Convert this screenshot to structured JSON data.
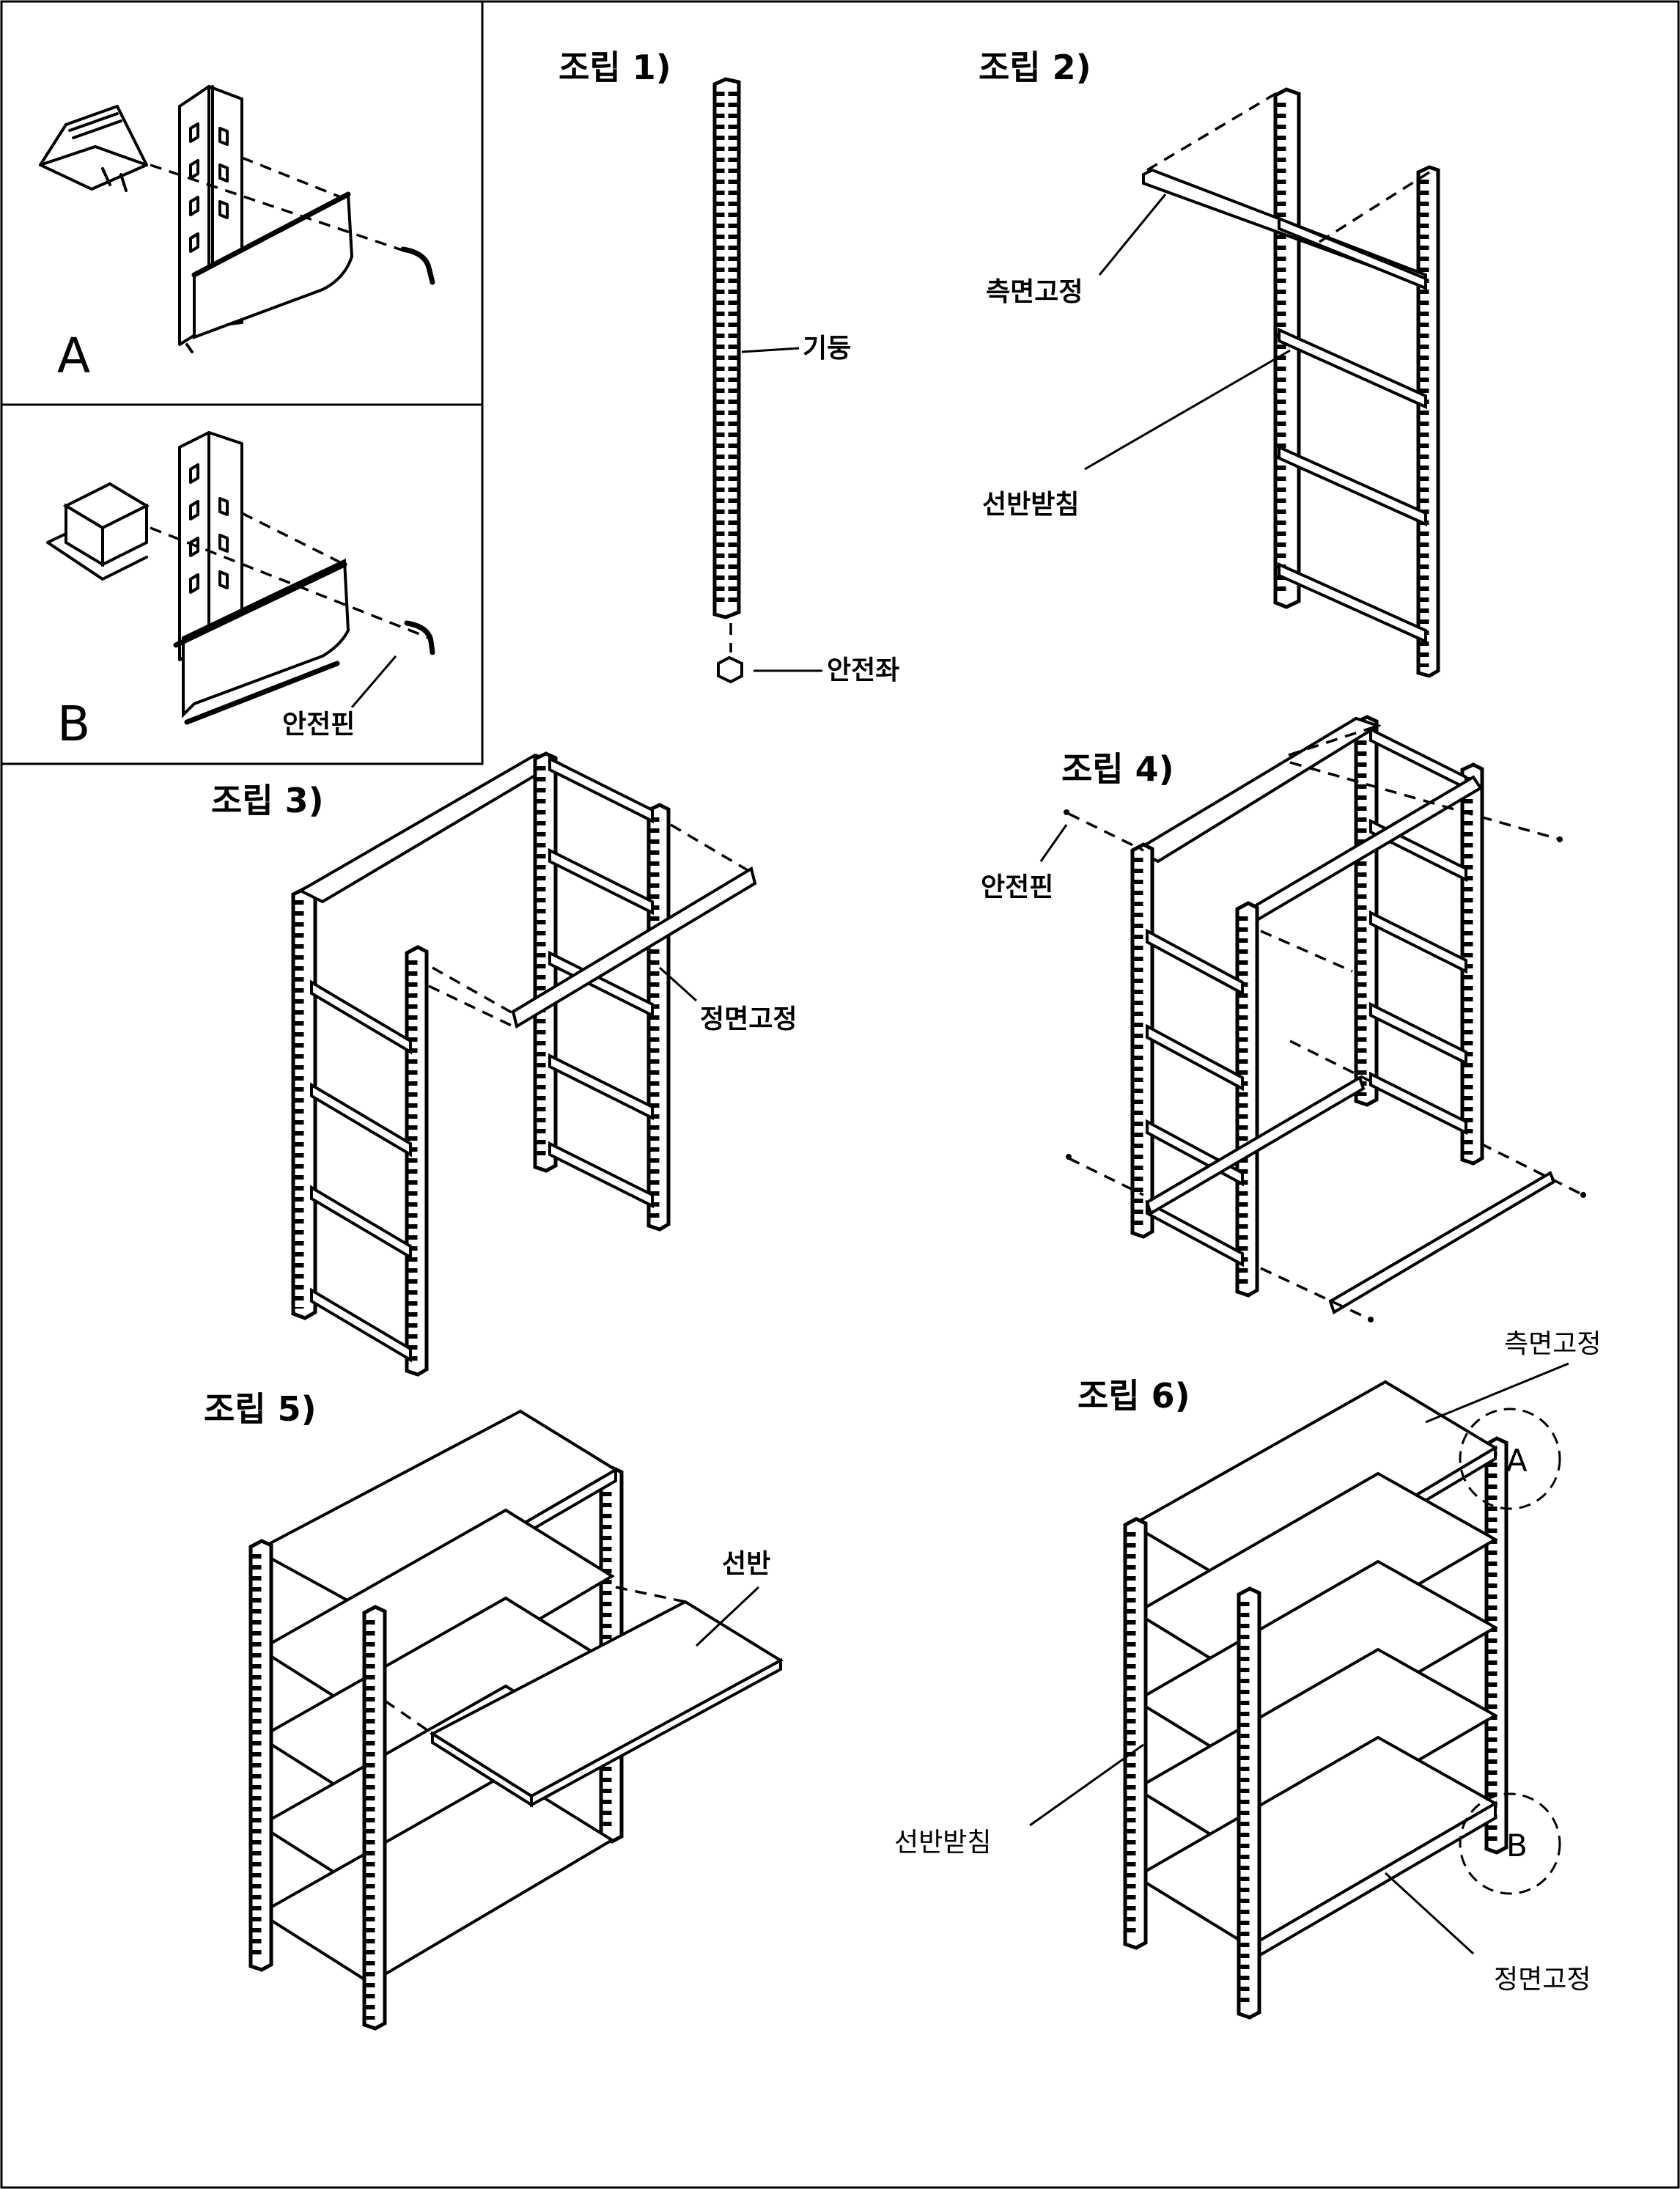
{
  "inset_a": {
    "letter": "A"
  },
  "inset_b": {
    "letter": "B",
    "pin_label": "안전핀"
  },
  "step1": {
    "title": "조립 1)",
    "post_label": "기둥",
    "foot_label": "안전좌"
  },
  "step2": {
    "title": "조립 2)",
    "side_label": "측면고정",
    "support_label": "선반받침"
  },
  "step3": {
    "title": "조립 3)",
    "front_label": "정면고정"
  },
  "step4": {
    "title": "조립 4)",
    "pin_label": "안전핀"
  },
  "step5": {
    "title": "조립 5)",
    "shelf_label": "선반"
  },
  "step6": {
    "title": "조립 6)",
    "side_label": "측면고정",
    "support_label": "선반받침",
    "front_label": "정면고정",
    "detail_a": "A",
    "detail_b": "B"
  }
}
